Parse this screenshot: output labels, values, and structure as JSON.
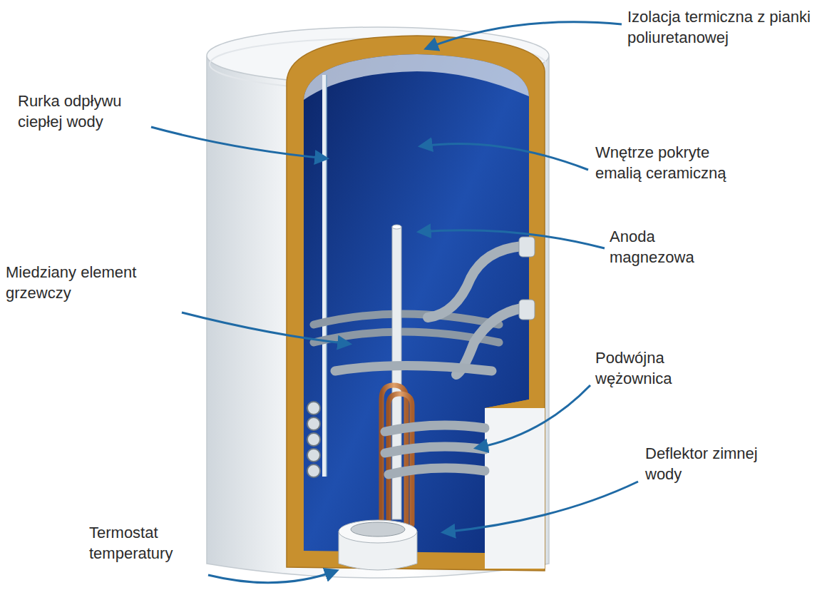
{
  "diagram": {
    "labels": [
      "Izolacja termiczna z pianki poliuretanowej",
      "Rurka odpływu ciepłej wody",
      "Wnętrze pokryte emalią ceramiczną",
      "Anoda magnezowa",
      "Miedziany element grzewczy",
      "Podwójna wężownica",
      "Deflektor zimnej wody",
      "Termostat temperatury"
    ]
  }
}
